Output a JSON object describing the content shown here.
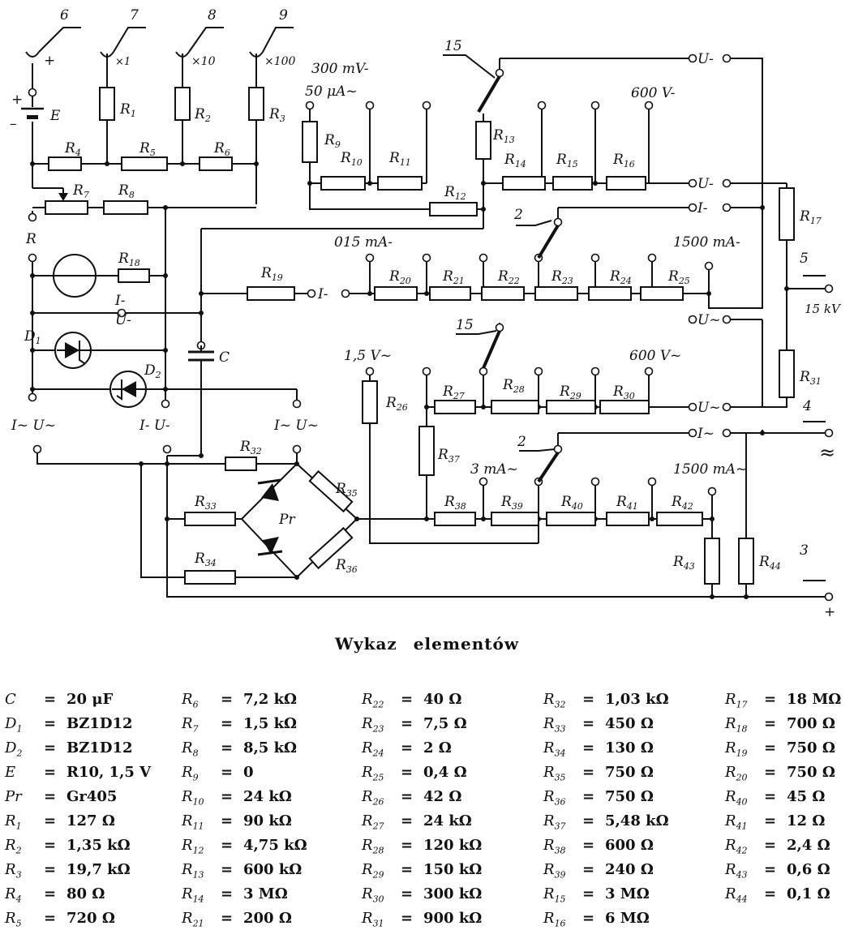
{
  "schematic_labels": {
    "terminals": {
      "t6": "6",
      "t7": "7",
      "t8": "8",
      "t9": "9",
      "t5": "5",
      "t4": "4",
      "t3": "3",
      "t15a": "15",
      "t15b": "15",
      "t2a": "2",
      "t2b": "2"
    },
    "markings": {
      "plus": "+",
      "minus": "–",
      "x1": "×1",
      "x10": "×10",
      "x100": "×100",
      "e": "E",
      "c": "C",
      "pr": "Pr",
      "d1": "D",
      "d1s": "1",
      "d2": "D",
      "d2s": "2",
      "r_lbl": "R",
      "i_dc": "I-",
      "u_dc": "U-",
      "iu_ac": "I~ U~",
      "iu_dc": "I- U-",
      "iu_ac2": "I~ U~",
      "range_300mv": "300 mV-",
      "range_50ua": "50 μA~",
      "range_600v": "600 V-",
      "range_015ma": "015 mA-",
      "range_1500ma": "1500 mA-",
      "range_15v": "1,5 V~",
      "range_600vac": "600 V~",
      "range_3ma": "3 mA~",
      "range_1500maac": "1500 mA~",
      "kv": "15 kV",
      "acsym": "≈",
      "plus3": "+",
      "out_u_dc_top": "U-",
      "out_u_dc": "U-",
      "out_i_dc": "I-",
      "out_u_ac_top": "U~",
      "out_u_ac": "U~",
      "out_i_ac": "I~",
      "i_dc_in": "I-",
      "i_dc2": "I-",
      "u_dc2": "U-"
    },
    "resistors": {
      "R1": "1",
      "R2": "2",
      "R3": "3",
      "R4": "4",
      "R5": "5",
      "R6": "6",
      "R7": "7",
      "R8": "8",
      "R9": "9",
      "R10": "10",
      "R11": "11",
      "R12": "12",
      "R13": "13",
      "R14": "14",
      "R15": "15",
      "R16": "16",
      "R17": "17",
      "R18": "18",
      "R19": "19",
      "R20": "20",
      "R21": "21",
      "R22": "22",
      "R23": "23",
      "R24": "24",
      "R25": "25",
      "R26": "26",
      "R27": "27",
      "R28": "28",
      "R29": "29",
      "R30": "30",
      "R31": "31",
      "R32": "32",
      "R33": "33",
      "R34": "34",
      "R35": "35",
      "R36": "36",
      "R37": "37",
      "R38": "38",
      "R39": "39",
      "R40": "40",
      "R41": "41",
      "R42": "42",
      "R43": "43",
      "R44": "44"
    }
  },
  "parts_list": {
    "heading_word1": "Wykaz",
    "heading_word2": "elementów",
    "columns": [
      [
        {
          "name": "C",
          "sub": "",
          "value": "20 μF"
        },
        {
          "name": "D",
          "sub": "1",
          "value": "BZ1D12"
        },
        {
          "name": "D",
          "sub": "2",
          "value": "BZ1D12"
        },
        {
          "name": "E",
          "sub": "",
          "value": "R10, 1,5 V"
        },
        {
          "name": "Pr",
          "sub": "",
          "value": "Gr405"
        },
        {
          "name": "R",
          "sub": "1",
          "value": "127 Ω"
        },
        {
          "name": "R",
          "sub": "2",
          "value": "1,35 kΩ"
        },
        {
          "name": "R",
          "sub": "3",
          "value": "19,7 kΩ"
        },
        {
          "name": "R",
          "sub": "4",
          "value": "80 Ω"
        },
        {
          "name": "R",
          "sub": "5",
          "value": "720 Ω"
        }
      ],
      [
        {
          "name": "R",
          "sub": "6",
          "value": "7,2 kΩ"
        },
        {
          "name": "R",
          "sub": "7",
          "value": "1,5 kΩ"
        },
        {
          "name": "R",
          "sub": "8",
          "value": "8,5 kΩ"
        },
        {
          "name": "R",
          "sub": "9",
          "value": "0"
        },
        {
          "name": "R",
          "sub": "10",
          "value": "24 kΩ"
        },
        {
          "name": "R",
          "sub": "11",
          "value": "90 kΩ"
        },
        {
          "name": "R",
          "sub": "12",
          "value": "4,75 kΩ"
        },
        {
          "name": "R",
          "sub": "13",
          "value": "600 kΩ"
        },
        {
          "name": "R",
          "sub": "14",
          "value": "3 MΩ"
        },
        {
          "name": "R",
          "sub": "21",
          "value": "200 Ω"
        }
      ],
      [
        {
          "name": "R",
          "sub": "22",
          "value": "40 Ω"
        },
        {
          "name": "R",
          "sub": "23",
          "value": "7,5 Ω"
        },
        {
          "name": "R",
          "sub": "24",
          "value": "2 Ω"
        },
        {
          "name": "R",
          "sub": "25",
          "value": "0,4 Ω"
        },
        {
          "name": "R",
          "sub": "26",
          "value": "42 Ω"
        },
        {
          "name": "R",
          "sub": "27",
          "value": "24 kΩ"
        },
        {
          "name": "R",
          "sub": "28",
          "value": "120 kΩ"
        },
        {
          "name": "R",
          "sub": "29",
          "value": "150 kΩ"
        },
        {
          "name": "R",
          "sub": "30",
          "value": "300 kΩ"
        },
        {
          "name": "R",
          "sub": "31",
          "value": "900 kΩ"
        }
      ],
      [
        {
          "name": "R",
          "sub": "32",
          "value": "1,03 kΩ"
        },
        {
          "name": "R",
          "sub": "33",
          "value": "450 Ω"
        },
        {
          "name": "R",
          "sub": "34",
          "value": "130 Ω"
        },
        {
          "name": "R",
          "sub": "35",
          "value": "750 Ω"
        },
        {
          "name": "R",
          "sub": "36",
          "value": "750 Ω"
        },
        {
          "name": "R",
          "sub": "37",
          "value": "5,48 kΩ"
        },
        {
          "name": "R",
          "sub": "38",
          "value": "600 Ω"
        },
        {
          "name": "R",
          "sub": "39",
          "value": "240 Ω"
        },
        {
          "name": "R",
          "sub": "15",
          "value": "3 MΩ"
        },
        {
          "name": "R",
          "sub": "16",
          "value": "6 MΩ"
        }
      ],
      [
        {
          "name": "R",
          "sub": "17",
          "value": "18 MΩ"
        },
        {
          "name": "R",
          "sub": "18",
          "value": "700 Ω"
        },
        {
          "name": "R",
          "sub": "19",
          "value": "750 Ω"
        },
        {
          "name": "R",
          "sub": "20",
          "value": "750 Ω"
        },
        {
          "name": "R",
          "sub": "40",
          "value": "45 Ω"
        },
        {
          "name": "R",
          "sub": "41",
          "value": "12 Ω"
        },
        {
          "name": "R",
          "sub": "42",
          "value": "2,4 Ω"
        },
        {
          "name": "R",
          "sub": "43",
          "value": "0,6 Ω"
        },
        {
          "name": "R",
          "sub": "44",
          "value": "0,1 Ω"
        }
      ]
    ]
  }
}
